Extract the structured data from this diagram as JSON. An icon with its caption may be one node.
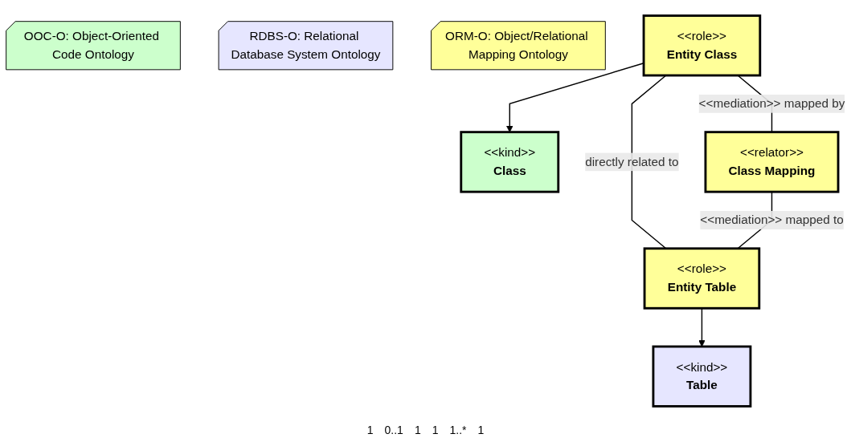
{
  "diagram": {
    "nodes": [
      {
        "text": [
          "OOC-O: Object-Oriented Code Ontology"
        ]
      },
      {
        "text": [
          "RDBS-O: Relational Database System Ontology"
        ]
      },
      {
        "text": [
          "ORM-O: Object/Relational Mapping Ontology"
        ]
      },
      {
        "text": [
          "<<kind>>",
          "Class"
        ]
      },
      {
        "text": [
          "<<kind>>",
          "Table"
        ]
      },
      {
        "text": [
          "<<role>>",
          "Entity Class"
        ]
      },
      {
        "text": [
          "<<relator>>",
          "Class Mapping"
        ]
      },
      {
        "text": [
          "<<role>>",
          "Entity Table"
        ]
      }
    ],
    "edges": [
      {
        "from": 5,
        "to": 3,
        "arrow": "to"
      },
      {
        "from": 7,
        "to": 4,
        "arrow": "to"
      },
      {
        "from": 5,
        "to": 7,
        "arrow": "none",
        "label": "directly related to"
      },
      {
        "from": 5,
        "to": 6,
        "arrow": "none",
        "label": "<<mediation>> mapped by"
      },
      {
        "from": 6,
        "to": 7,
        "arrow": "none",
        "label": "<<mediation>> mapped to"
      }
    ],
    "labels": [
      "1",
      "0..1",
      "1",
      "1",
      "1..*",
      "1"
    ]
  }
}
